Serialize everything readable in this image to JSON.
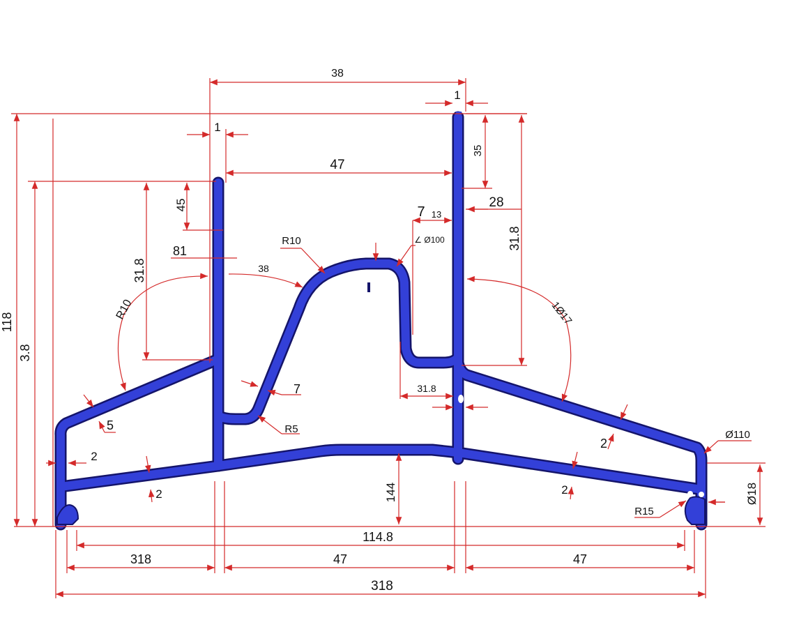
{
  "colors": {
    "profile_fill": "#3340d8",
    "profile_outline": "#14146a",
    "dimension": "#d42a2a",
    "text": "#111111"
  },
  "dimensions": {
    "top_overall_width": "38",
    "right_post_thickness": "1",
    "left_post_thickness": "1",
    "post_spacing": "47",
    "left_upper_height": "45",
    "left_mid_height": "81",
    "left_post_height": "31.8",
    "left_arc_chord": "38",
    "left_arc_radius": "R10",
    "overall_height": "118",
    "left_height": "3.8",
    "hump_radius": "R10",
    "hump_diameter": "∠ Ø100",
    "inner_wall": "7",
    "gap_13": "13",
    "right_step": "28",
    "right_top_height": "35",
    "right_post_height": "31.8",
    "right_arc_radius": "1Ø17",
    "leg_thickness": "7",
    "small_radius": "R5",
    "left_arm_thickness": "5",
    "left_wall_thickness": "2",
    "right_inner_width": "31.8",
    "right_arm_thickness": "2",
    "tip_diameter": "Ø110",
    "base_left_thickness": "2",
    "base_right_thickness": "2",
    "center_height": "144",
    "foot_radius": "R15",
    "foot_height": "Ø18",
    "inner_span": "114.8",
    "bottom_left": "318",
    "bottom_center": "47",
    "bottom_right": "47",
    "bottom_overall": "318"
  }
}
